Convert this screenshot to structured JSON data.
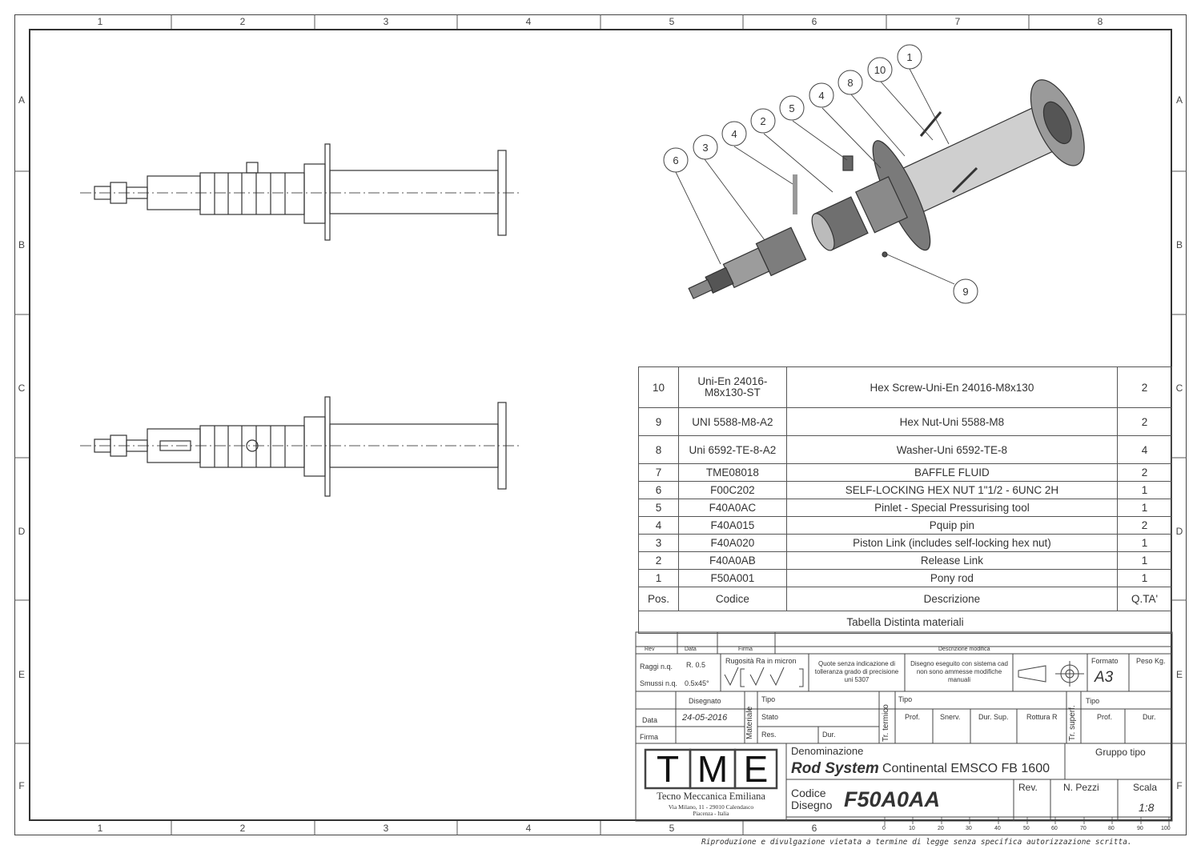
{
  "zones": {
    "columns": [
      "1",
      "2",
      "3",
      "4",
      "5",
      "6",
      "7",
      "8"
    ],
    "rows": [
      "A",
      "B",
      "C",
      "D",
      "E",
      "F"
    ]
  },
  "balloons": [
    "1",
    "10",
    "8",
    "4",
    "5",
    "2",
    "4",
    "3",
    "6",
    "9"
  ],
  "bom": {
    "rows": [
      {
        "pos": "10",
        "code": "Uni-En 24016-M8x130-ST",
        "desc": "Hex Screw-Uni-En 24016-M8x130",
        "qty": "2"
      },
      {
        "pos": "9",
        "code": "UNI 5588-M8-A2",
        "desc": "Hex Nut-Uni 5588-M8",
        "qty": "2"
      },
      {
        "pos": "8",
        "code": "Uni 6592-TE-8-A2",
        "desc": "Washer-Uni 6592-TE-8",
        "qty": "4"
      },
      {
        "pos": "7",
        "code": "TME08018",
        "desc": "BAFFLE FLUID",
        "qty": "2"
      },
      {
        "pos": "6",
        "code": "F00C202",
        "desc": "SELF-LOCKING HEX NUT 1\"1/2 - 6UNC 2H",
        "qty": "1"
      },
      {
        "pos": "5",
        "code": "F40A0AC",
        "desc": "Pinlet - Special Pressurising tool",
        "qty": "1"
      },
      {
        "pos": "4",
        "code": "F40A015",
        "desc": "Pquip pin",
        "qty": "2"
      },
      {
        "pos": "3",
        "code": "F40A020",
        "desc": "Piston Link (includes self-locking hex nut)",
        "qty": "1"
      },
      {
        "pos": "2",
        "code": "F40A0AB",
        "desc": "Release  Link",
        "qty": "1"
      },
      {
        "pos": "1",
        "code": "F50A001",
        "desc": "Pony rod",
        "qty": "1"
      }
    ],
    "header": {
      "pos": "Pos.",
      "code": "Codice",
      "desc": "Descrizione",
      "qty": "Q.TA'"
    },
    "caption": "Tabella Distinta materiali"
  },
  "titleblock": {
    "rev_hdr": "Rev",
    "data_hdr": "Data",
    "firma_hdr": "Firma",
    "descr_mod_hdr": "Descrizione modifica",
    "raggi_label": "Raggi n.q.",
    "raggi_value": "R. 0.5",
    "smussi_label": "Smussi n.q.",
    "smussi_value": "0.5x45°",
    "rugosita": "Rugosità Ra in micron",
    "quote_note": "Quote senza indicazione di tolleranza grado di precisione uni 5307",
    "disegno_note": "Disegno eseguito con sistema cad non sono ammesse modifiche manuali",
    "formato_label": "Formato",
    "formato_value": "A3",
    "peso_label": "Peso Kg.",
    "disegnato_label": "Disegnato",
    "data_label": "Data",
    "data_value": "24-05-2016",
    "firma_label": "Firma",
    "materiale_label": "Materiale",
    "tipo_label": "Tipo",
    "stato_label": "Stato",
    "res_label": "Res.",
    "dur_label": "Dur.",
    "tr_termico": "Tr. termico",
    "prof_label": "Prof.",
    "snerv_label": "Snerv.",
    "dursup_label": "Dur. Sup.",
    "rottura_label": "Rottura R",
    "tr_superf": "Tr. superf.",
    "tipo2_label": "Tipo",
    "prof2_label": "Prof.",
    "dur2_label": "Dur.",
    "logo_letters": [
      "T",
      "M",
      "E"
    ],
    "company": "Tecno Meccanica Emiliana",
    "address1": "Via Milano, 11 - 29010 Calendasco",
    "address2": "Piacenza - Italia",
    "denominazione_label": "Denominazione",
    "title_bold": "Rod System",
    "title_rest": "Continental EMSCO FB 1600",
    "gruppo_label": "Gruppo tipo",
    "codice_label": "Codice",
    "disegno_label": "Disegno",
    "code_value": "F50A0AA",
    "rev_label": "Rev.",
    "npezzi_label": "N. Pezzi",
    "scala_label": "Scala",
    "scala_value": "1:8",
    "ruler_ticks": [
      "0",
      "10",
      "20",
      "30",
      "40",
      "50",
      "60",
      "70",
      "80",
      "90",
      "100"
    ]
  },
  "footer": "Riproduzione e divulgazione vietata a termine di legge senza specifica autorizzazione scritta."
}
